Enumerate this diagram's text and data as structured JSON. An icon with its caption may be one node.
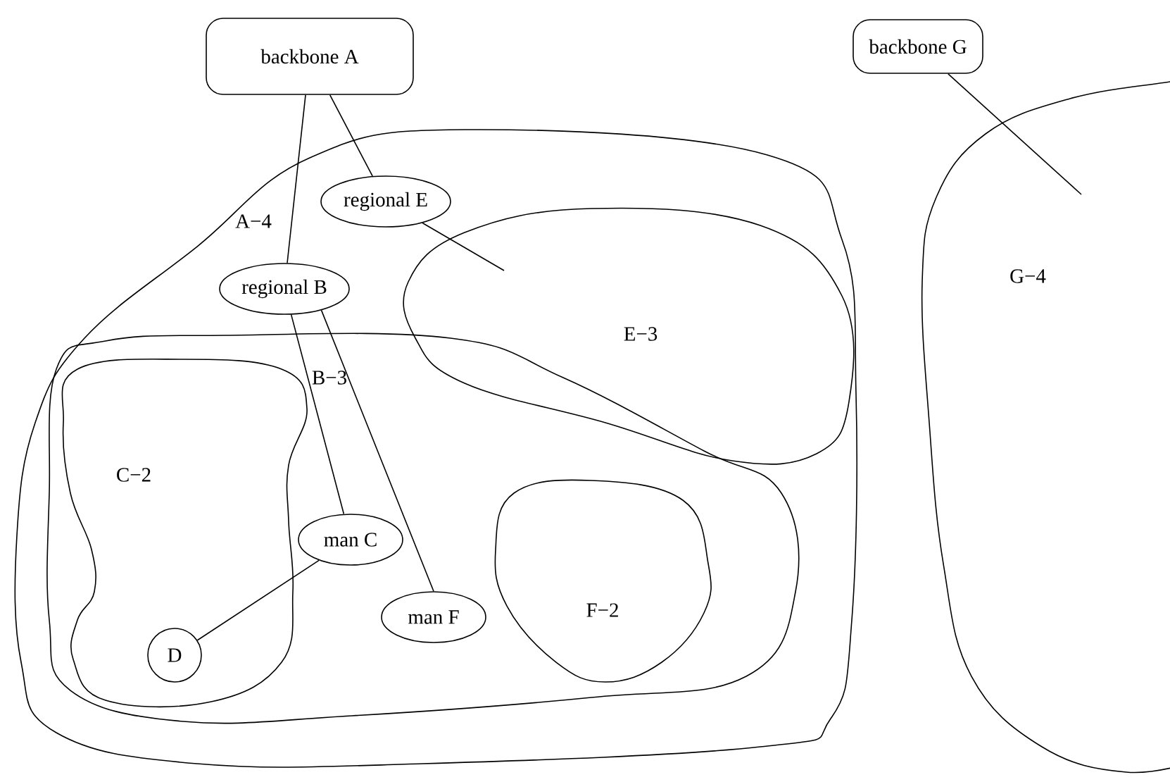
{
  "diagram": {
    "nodes": [
      {
        "text": [
          "backbone A"
        ]
      },
      {
        "text": [
          "backbone G"
        ]
      },
      {
        "text": [
          "A−4"
        ]
      },
      {
        "text": [
          "regional E"
        ],
        "in": 2
      },
      {
        "text": [
          "E−3"
        ],
        "in": 2
      },
      {
        "text": [
          "regional B"
        ],
        "in": 2
      },
      {
        "text": [
          "B−3"
        ],
        "in": 2
      },
      {
        "text": [
          "C−2"
        ],
        "in": 6
      },
      {
        "text": [
          "man C"
        ],
        "in": 6
      },
      {
        "text": [
          "D"
        ],
        "in": 7
      },
      {
        "text": [
          "man F"
        ],
        "in": 6
      },
      {
        "text": [
          "F−2"
        ],
        "in": 6
      },
      {
        "text": [
          "G−4"
        ]
      }
    ],
    "edges": [
      {
        "from": 0,
        "to": 5,
        "arrow": "none"
      },
      {
        "from": 0,
        "to": 3,
        "arrow": "none"
      },
      {
        "from": 3,
        "to": 4,
        "arrow": "none"
      },
      {
        "from": 5,
        "to": 8,
        "arrow": "none"
      },
      {
        "from": 5,
        "to": 10,
        "arrow": "none"
      },
      {
        "from": 8,
        "to": 9,
        "arrow": "none"
      },
      {
        "from": 1,
        "to": 12,
        "arrow": "none"
      }
    ]
  }
}
